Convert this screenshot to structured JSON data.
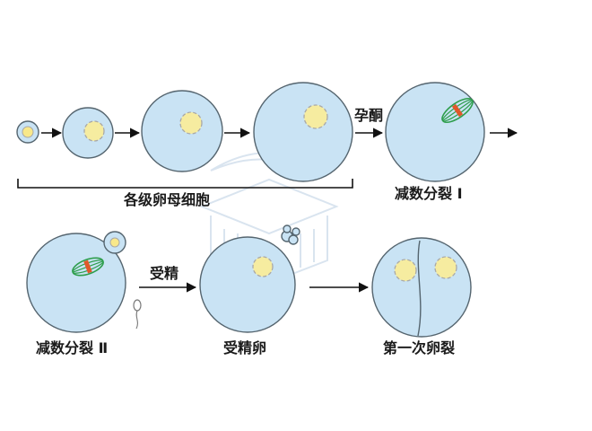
{
  "labels": {
    "oocytes_group": "各级卵母细胞",
    "progesterone": "孕酮",
    "meiosis_one": "减数分裂 Ⅰ",
    "meiosis_two": "减数分裂 Ⅱ",
    "fertilization": "受精",
    "zygote": "受精卵",
    "first_cleavage": "第一次卵裂"
  },
  "colors": {
    "cell_fill": "#c9e3f4",
    "cell_stroke": "#55656f",
    "nucleus_fill": "#f6eca0",
    "spindle": "#2e9e4c",
    "chromosome": "#e0582a",
    "arrow": "#111111"
  }
}
